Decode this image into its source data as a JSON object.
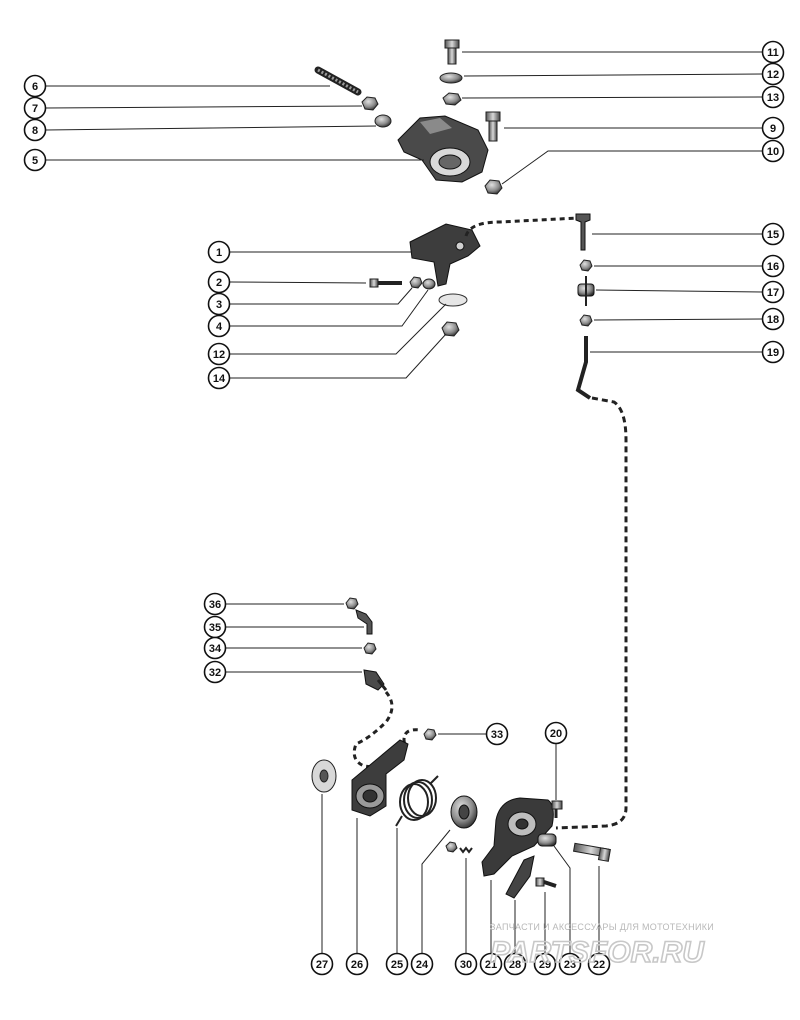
{
  "callouts": [
    {
      "id": "c11",
      "label": "11"
    },
    {
      "id": "c12a",
      "label": "12"
    },
    {
      "id": "c13",
      "label": "13"
    },
    {
      "id": "c9",
      "label": "9"
    },
    {
      "id": "c10",
      "label": "10"
    },
    {
      "id": "c6",
      "label": "6"
    },
    {
      "id": "c7",
      "label": "7"
    },
    {
      "id": "c8",
      "label": "8"
    },
    {
      "id": "c5",
      "label": "5"
    },
    {
      "id": "c1",
      "label": "1"
    },
    {
      "id": "c2",
      "label": "2"
    },
    {
      "id": "c3",
      "label": "3"
    },
    {
      "id": "c4",
      "label": "4"
    },
    {
      "id": "c12b",
      "label": "12"
    },
    {
      "id": "c14",
      "label": "14"
    },
    {
      "id": "c15",
      "label": "15"
    },
    {
      "id": "c16",
      "label": "16"
    },
    {
      "id": "c17",
      "label": "17"
    },
    {
      "id": "c18",
      "label": "18"
    },
    {
      "id": "c19",
      "label": "19"
    },
    {
      "id": "c36",
      "label": "36"
    },
    {
      "id": "c35",
      "label": "35"
    },
    {
      "id": "c34",
      "label": "34"
    },
    {
      "id": "c32",
      "label": "32"
    },
    {
      "id": "c33",
      "label": "33"
    },
    {
      "id": "c20",
      "label": "20"
    },
    {
      "id": "c27",
      "label": "27"
    },
    {
      "id": "c26",
      "label": "26"
    },
    {
      "id": "c25",
      "label": "25"
    },
    {
      "id": "c24",
      "label": "24"
    },
    {
      "id": "c30",
      "label": "30"
    },
    {
      "id": "c21",
      "label": "21"
    },
    {
      "id": "c28",
      "label": "28"
    },
    {
      "id": "c29",
      "label": "29"
    },
    {
      "id": "c23",
      "label": "23"
    },
    {
      "id": "c22",
      "label": "22"
    }
  ],
  "watermark": {
    "line1": "ЗАПЧАСТИ И АКСЕССУАРЫ ДЛЯ МОТОТЕХНИКИ",
    "line2": "PARTSFOR.RU"
  },
  "colors": {
    "ink": "#1a1a1a",
    "part_fill": "#3a3a3a",
    "part_light": "#bdbdbd",
    "watermark": "#c8c8c8"
  }
}
